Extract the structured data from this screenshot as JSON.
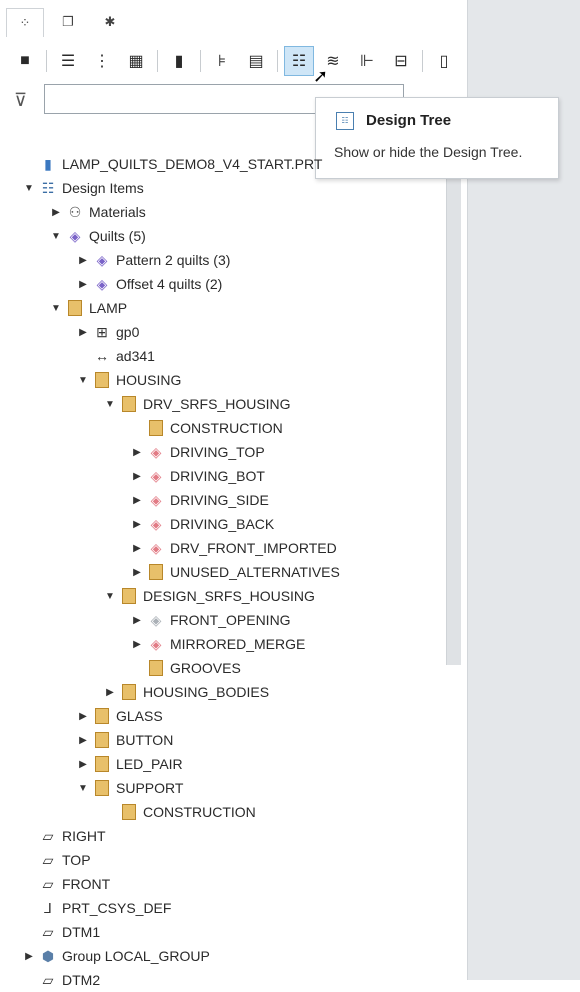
{
  "tabs": [
    {
      "icon": "model-tree-icon",
      "glyph": "⁘"
    },
    {
      "icon": "folder-browser-icon",
      "glyph": "❐"
    },
    {
      "icon": "favorites-icon",
      "glyph": "✱"
    }
  ],
  "toolbar": [
    {
      "icon": "cube-icon",
      "glyph": "■"
    },
    {
      "icon": "tree-columns-icon",
      "glyph": "☰"
    },
    {
      "icon": "tree-expand-icon",
      "glyph": "⋮"
    },
    {
      "icon": "table-icon",
      "glyph": "▦"
    },
    {
      "icon": "folder-icon",
      "glyph": "▮"
    },
    {
      "icon": "tree-filter-icon",
      "glyph": "⊧"
    },
    {
      "icon": "layer-icon",
      "glyph": "▤"
    },
    {
      "icon": "design-tree-icon",
      "glyph": "☷",
      "highlighted": true
    },
    {
      "icon": "layers-stack-icon",
      "glyph": "≋"
    },
    {
      "icon": "hierarchy-icon",
      "glyph": "⊩"
    },
    {
      "icon": "structure-icon",
      "glyph": "⊟"
    },
    {
      "icon": "document-icon",
      "glyph": "▯"
    }
  ],
  "filter": {
    "value": "",
    "placeholder": ""
  },
  "tooltip": {
    "title": "Design Tree",
    "description": "Show or hide the Design Tree."
  },
  "tree": [
    {
      "label": "LAMP_QUILTS_DEMO8_V4_START.PRT",
      "level": 0,
      "arrow": "",
      "icon": "part-icon"
    },
    {
      "label": "Design Items",
      "level": 0,
      "arrow": "▼",
      "icon": "design-items-icon"
    },
    {
      "label": "Materials",
      "level": 1,
      "arrow": "▶",
      "icon": "materials-icon"
    },
    {
      "label": "Quilts (5)",
      "level": 1,
      "arrow": "▼",
      "icon": "quilt-purple-icon"
    },
    {
      "label": "Pattern 2 quilts (3)",
      "level": 2,
      "arrow": "▶",
      "icon": "quilt-purple-icon"
    },
    {
      "label": "Offset 4 quilts (2)",
      "level": 2,
      "arrow": "▶",
      "icon": "quilt-purple-icon"
    },
    {
      "label": "LAMP",
      "level": 1,
      "arrow": "▼",
      "icon": "folder-icon"
    },
    {
      "label": "gp0",
      "level": 2,
      "arrow": "▶",
      "icon": "gp-icon"
    },
    {
      "label": "ad341",
      "level": 2,
      "arrow": "",
      "icon": "dimension-icon"
    },
    {
      "label": "HOUSING",
      "level": 2,
      "arrow": "▼",
      "icon": "folder-icon"
    },
    {
      "label": "DRV_SRFS_HOUSING",
      "level": 3,
      "arrow": "▼",
      "icon": "folder-icon"
    },
    {
      "label": "CONSTRUCTION",
      "level": 4,
      "arrow": "",
      "icon": "folder-icon"
    },
    {
      "label": "DRIVING_TOP",
      "level": 4,
      "arrow": "▶",
      "icon": "quilt-pink-icon"
    },
    {
      "label": "DRIVING_BOT",
      "level": 4,
      "arrow": "▶",
      "icon": "quilt-pink-icon"
    },
    {
      "label": "DRIVING_SIDE",
      "level": 4,
      "arrow": "▶",
      "icon": "quilt-pink-icon"
    },
    {
      "label": "DRIVING_BACK",
      "level": 4,
      "arrow": "▶",
      "icon": "quilt-pink-icon"
    },
    {
      "label": "DRV_FRONT_IMPORTED",
      "level": 4,
      "arrow": "▶",
      "icon": "quilt-pink-icon"
    },
    {
      "label": "UNUSED_ALTERNATIVES",
      "level": 4,
      "arrow": "▶",
      "icon": "folder-icon"
    },
    {
      "label": "DESIGN_SRFS_HOUSING",
      "level": 3,
      "arrow": "▼",
      "icon": "folder-icon"
    },
    {
      "label": "FRONT_OPENING",
      "level": 4,
      "arrow": "▶",
      "icon": "quilt-gray-icon",
      "muted": true
    },
    {
      "label": "MIRRORED_MERGE",
      "level": 4,
      "arrow": "▶",
      "icon": "quilt-pink-icon"
    },
    {
      "label": "GROOVES",
      "level": 4,
      "arrow": "",
      "icon": "folder-icon"
    },
    {
      "label": "HOUSING_BODIES",
      "level": 3,
      "arrow": "▶",
      "icon": "folder-icon"
    },
    {
      "label": "GLASS",
      "level": 2,
      "arrow": "▶",
      "icon": "folder-icon"
    },
    {
      "label": "BUTTON",
      "level": 2,
      "arrow": "▶",
      "icon": "folder-icon"
    },
    {
      "label": "LED_PAIR",
      "level": 2,
      "arrow": "▶",
      "icon": "folder-icon"
    },
    {
      "label": "SUPPORT",
      "level": 2,
      "arrow": "▼",
      "icon": "folder-icon"
    },
    {
      "label": "CONSTRUCTION",
      "level": 3,
      "arrow": "",
      "icon": "folder-icon"
    },
    {
      "label": "RIGHT",
      "level": 0,
      "arrow": "",
      "icon": "datum-plane-icon"
    },
    {
      "label": "TOP",
      "level": 0,
      "arrow": "",
      "icon": "datum-plane-icon"
    },
    {
      "label": "FRONT",
      "level": 0,
      "arrow": "",
      "icon": "datum-plane-icon",
      "muted": true
    },
    {
      "label": "PRT_CSYS_DEF",
      "level": 0,
      "arrow": "",
      "icon": "csys-icon"
    },
    {
      "label": "DTM1",
      "level": 0,
      "arrow": "",
      "icon": "datum-plane-icon"
    },
    {
      "label": "Group LOCAL_GROUP",
      "level": 0,
      "arrow": "▶",
      "icon": "group-icon"
    },
    {
      "label": "DTM2",
      "level": 0,
      "arrow": "",
      "icon": "datum-plane-icon",
      "muted": true
    }
  ]
}
